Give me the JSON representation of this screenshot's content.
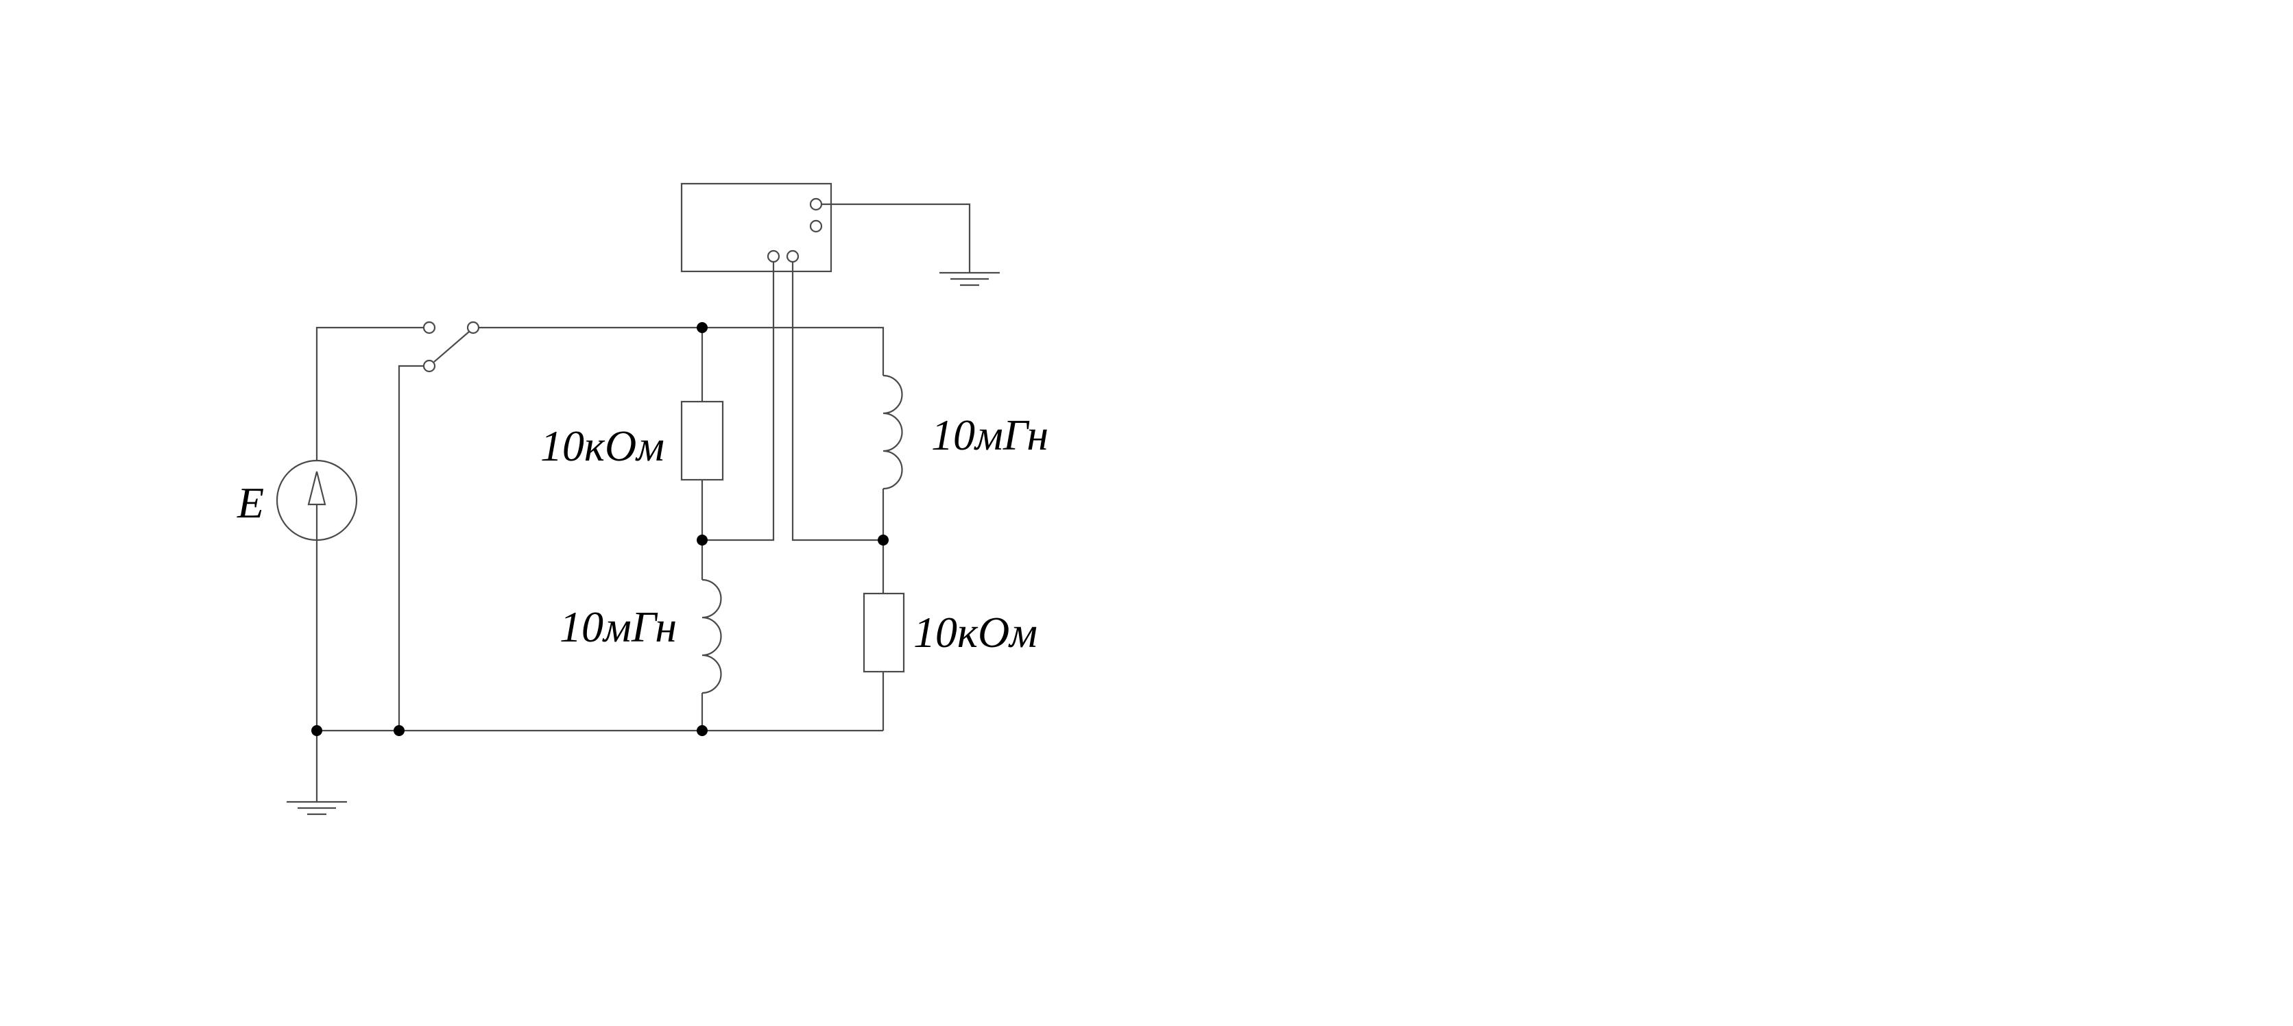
{
  "labels": {
    "source": "E",
    "resistor_top": "10кОм",
    "inductor_right": "10мГн",
    "inductor_bottom": "10мГн",
    "resistor_bottom": "10кОм"
  },
  "colors": {
    "wire": "#4a4a4a",
    "node": "#000000",
    "background": "#ffffff"
  }
}
